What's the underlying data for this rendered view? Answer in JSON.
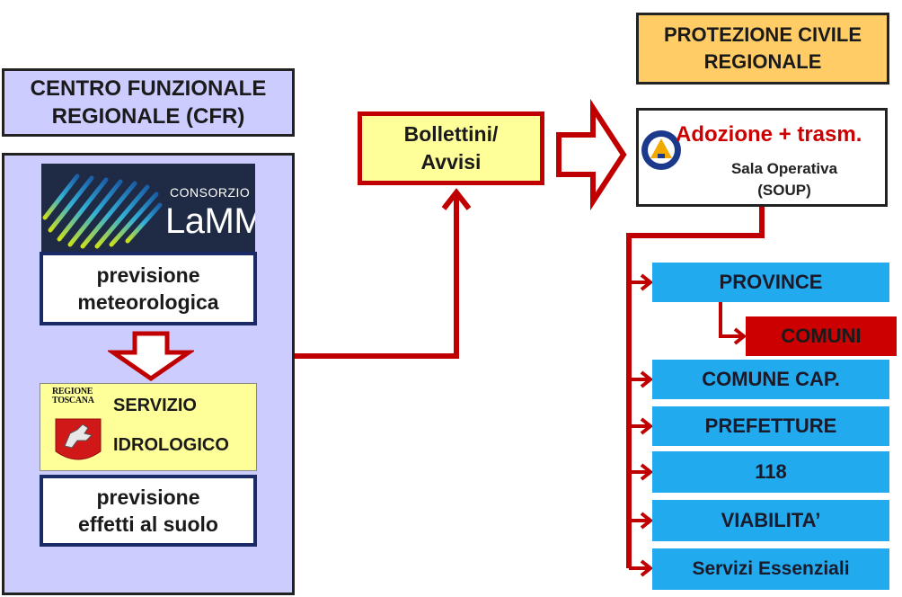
{
  "cfr": {
    "title_line1": "CENTRO FUNZIONALE",
    "title_line2": "REGIONALE (CFR)"
  },
  "lamma": {
    "consorzio": "CONSORZIO",
    "name": "LaMMA"
  },
  "meteo_box": {
    "line1": "previsione",
    "line2": "meteorologica"
  },
  "regione": {
    "line1": "REGIONE",
    "line2": "TOSCANA"
  },
  "servizio": {
    "line1": "SERVIZIO",
    "line2": "IDROLOGICO"
  },
  "effetti_box": {
    "line1": "previsione",
    "line2": "effetti al suolo"
  },
  "bollettini": {
    "line1": "Bollettini/",
    "line2": "Avvisi"
  },
  "pcr": {
    "title_line1": "PROTEZIONE CIVILE",
    "title_line2": "REGIONALE"
  },
  "soup": {
    "adozione": "Adozione + trasm.",
    "sala_line1": "Sala Operativa",
    "sala_line2": "(SOUP)"
  },
  "recipients": {
    "province": "PROVINCE",
    "comuni": "COMUNI",
    "comune_cap": "COMUNE CAP.",
    "prefetture": "PREFETTURE",
    "n118": "118",
    "viabilita": "VIABILITA’",
    "servizi": "Servizi Essenziali"
  },
  "colors": {
    "cfr_bg": "#ccccff",
    "bollettini_bg": "#ffff99",
    "pcr_bg": "#ffcc66",
    "recipient_bg": "#22aaee",
    "comuni_bg": "#cc0000",
    "arrow_red": "#c00000",
    "box_border_navy": "#1a2a66"
  },
  "icons": [
    "lamma-logo",
    "regione-toscana-logo",
    "protezione-civile-logo"
  ]
}
